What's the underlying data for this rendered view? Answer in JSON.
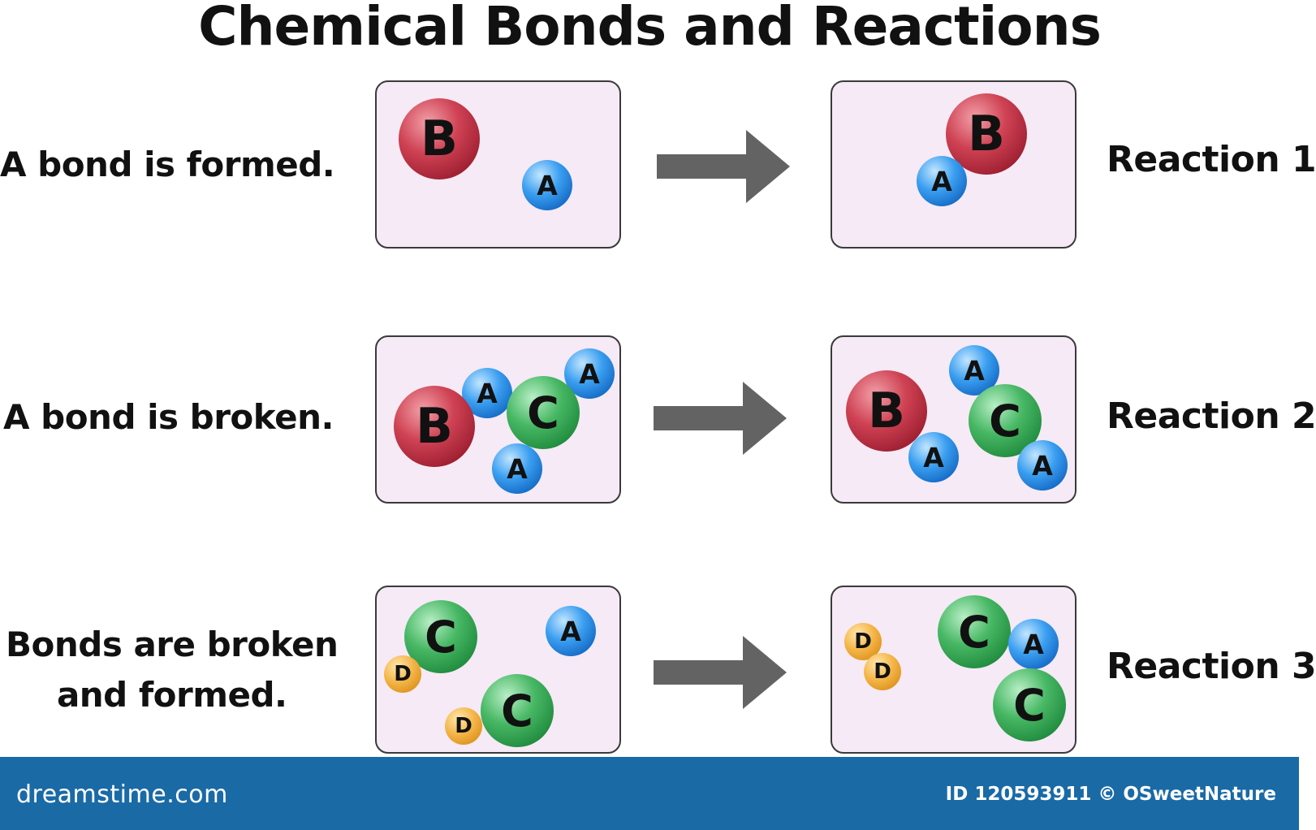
{
  "title": "Chemical Bonds and Reactions",
  "rows": [
    {
      "label_lines": [
        "A bond is formed."
      ],
      "reaction_label": "Reaction 1",
      "before_atoms": [
        "B",
        "A"
      ],
      "after_atoms": [
        "B",
        "A"
      ]
    },
    {
      "label_lines": [
        "A bond is broken."
      ],
      "reaction_label": "Reaction 2",
      "before_atoms": [
        "A",
        "A",
        "B",
        "C",
        "A"
      ],
      "after_atoms": [
        "A",
        "B",
        "C",
        "A",
        "A"
      ]
    },
    {
      "label_lines": [
        "Bonds are broken",
        "and formed."
      ],
      "reaction_label": "Reaction 3",
      "before_atoms": [
        "C",
        "A",
        "D",
        "C",
        "D"
      ],
      "after_atoms": [
        "C",
        "A",
        "D",
        "D",
        "C"
      ]
    }
  ],
  "colors": {
    "atom_B": "#cf4254",
    "atom_C": "#1f8a3d",
    "atom_A": "#1267c2",
    "atom_D": "#f4b548",
    "panel_fill": "#f5eaf5",
    "arrow": "#636363",
    "footer": "#1a6aa6"
  },
  "icons": {
    "arrow": "right-arrow-icon"
  },
  "footer": {
    "brand": "dreamstime.com",
    "credit": "ID 120593911 © OSweetNature"
  }
}
